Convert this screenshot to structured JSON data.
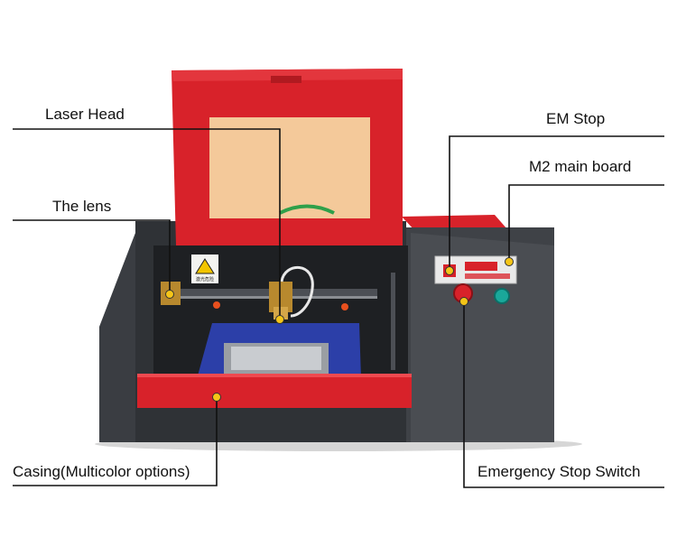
{
  "labels": {
    "laser_head": "Laser Head",
    "the_lens": "The lens",
    "casing": "Casing(Multicolor options)",
    "em_stop": "EM Stop",
    "m2_main_board": "M2 main board",
    "emergency_stop_switch": "Emergency Stop Switch"
  },
  "panel": {
    "warning_sign_text": "激光危险"
  },
  "colors": {
    "body_dark": "#3a3d42",
    "body_mid": "#4a4d52",
    "accent_red": "#d8222a",
    "lid_window": "#f4c99a",
    "bed_blue": "#2c3fa8",
    "callout_line": "#111111",
    "callout_dot": "#f5c518"
  }
}
